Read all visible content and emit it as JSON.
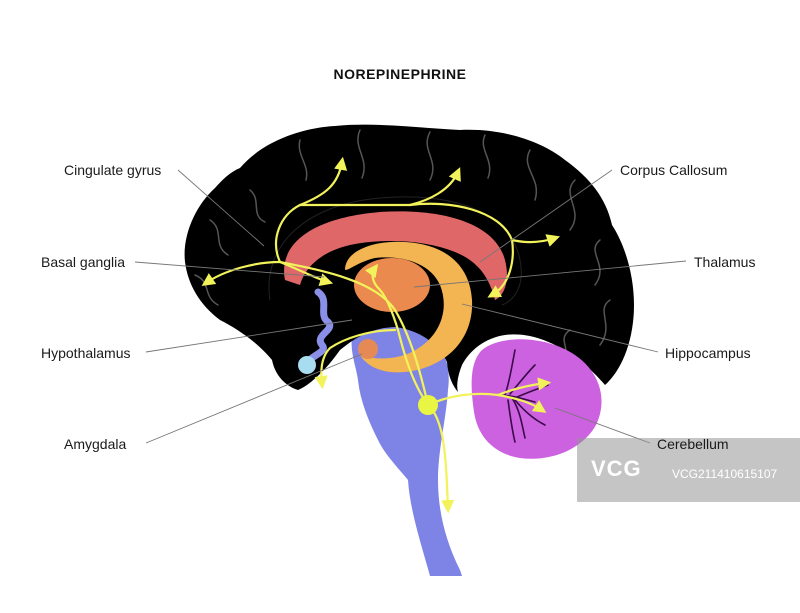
{
  "title": "NOREPINEPHRINE",
  "labels": {
    "cingulate_gyrus": "Cingulate gyrus",
    "basal_ganglia": "Basal ganglia",
    "hypothalamus": "Hypothalamus",
    "amygdala": "Amygdala",
    "corpus_callosum": "Corpus Callosum",
    "thalamus": "Thalamus",
    "hippocampus": "Hippocampus",
    "cerebellum": "Cerebellum"
  },
  "watermark": {
    "logo": "VCG",
    "id": "VCG211410615107"
  },
  "colors": {
    "cerebrum": "#000000",
    "corpus_callosum": "#e06767",
    "hippocampus": "#f3b452",
    "thalamus": "#ea8a4e",
    "brainstem": "#7e84e5",
    "cerebellum": "#cc62e0",
    "pathway": "#f2f25a",
    "hypothalamus": "#8a8fe8",
    "amygdala": "#e58a55",
    "pituitary": "#a8dcf0",
    "locus_coeruleus": "#e8f542"
  }
}
